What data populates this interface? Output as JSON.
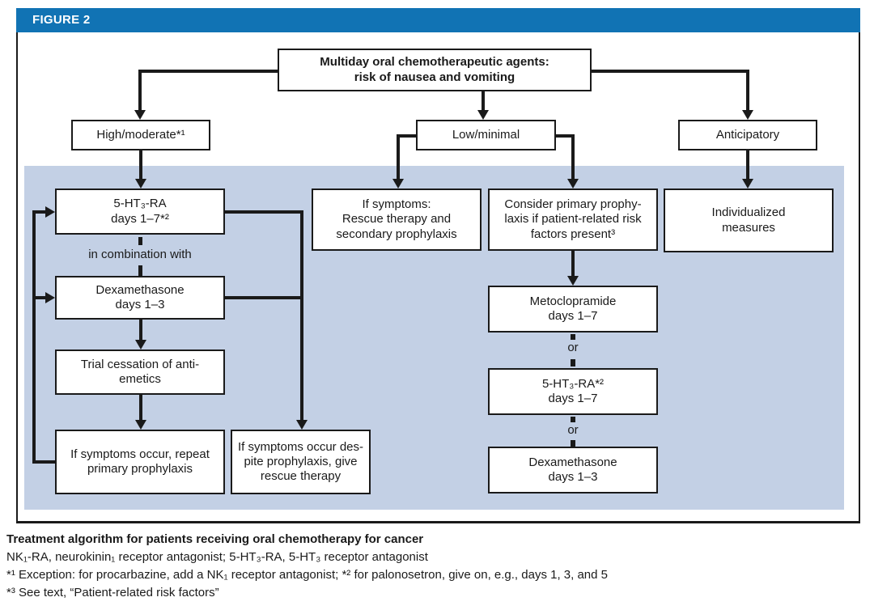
{
  "figure_label": "FIGURE 2",
  "colors": {
    "header_blue": "#1173b4",
    "panel_blue": "#c3d0e5",
    "line_black": "#1a1a1a"
  },
  "root_box": {
    "lines": [
      "Multiday oral chemotherapeutic agents:",
      "risk of nausea and vomiting"
    ]
  },
  "branch_high": {
    "label": "High/moderate*¹"
  },
  "branch_low": {
    "label": "Low/minimal"
  },
  "branch_anticipatory": {
    "label": "Anticipatory"
  },
  "high_path": {
    "ht3_box": {
      "lines": [
        "5-HT₃-RA",
        "days 1–7*²"
      ]
    },
    "combiner_label": "in combination with",
    "dexamethasone_box": {
      "lines": [
        "Dexamethasone",
        "days 1–3"
      ]
    },
    "trial_box": {
      "lines": [
        "Trial cessation of anti-",
        "emetics"
      ]
    },
    "repeat_box": {
      "lines": [
        "If symptoms occur, repeat",
        "primary prophylaxis"
      ]
    },
    "despite_box": {
      "lines": [
        "If symptoms occur des-",
        "pite prophylaxis, give",
        "rescue therapy"
      ]
    }
  },
  "low_path": {
    "rescue_box": {
      "lines": [
        "If symptoms:",
        "Rescue therapy and",
        "secondary prophylaxis"
      ]
    },
    "consider_box": {
      "lines": [
        "Consider primary prophy-",
        "laxis if patient-related risk",
        "factors present³"
      ]
    },
    "metoclopramide_box": {
      "lines": [
        "Metoclopramide",
        "days 1–7"
      ]
    },
    "or_label_1": "or",
    "ht3_box": {
      "lines": [
        "5-HT₃-RA*²",
        "days 1–7"
      ]
    },
    "or_label_2": "or",
    "dexamethasone_box": {
      "lines": [
        "Dexamethasone",
        "days 1–3"
      ]
    }
  },
  "anticipatory_path": {
    "individualized_box": {
      "lines": [
        "Individualized",
        "measures"
      ]
    }
  },
  "caption": {
    "title": "Treatment algorithm for patients receiving oral chemotherapy for cancer",
    "abbreviations": "NK₁-RA, neurokinin₁ receptor antagonist; 5-HT₃-RA, 5-HT₃ receptor antagonist",
    "footnote_1_2": "*¹ Exception: for procarbazine, add a NK₁ receptor antagonist; *² for palonosetron, give on, e.g., days 1, 3, and 5",
    "footnote_3": "*³ See text, “Patient-related risk factors”"
  }
}
